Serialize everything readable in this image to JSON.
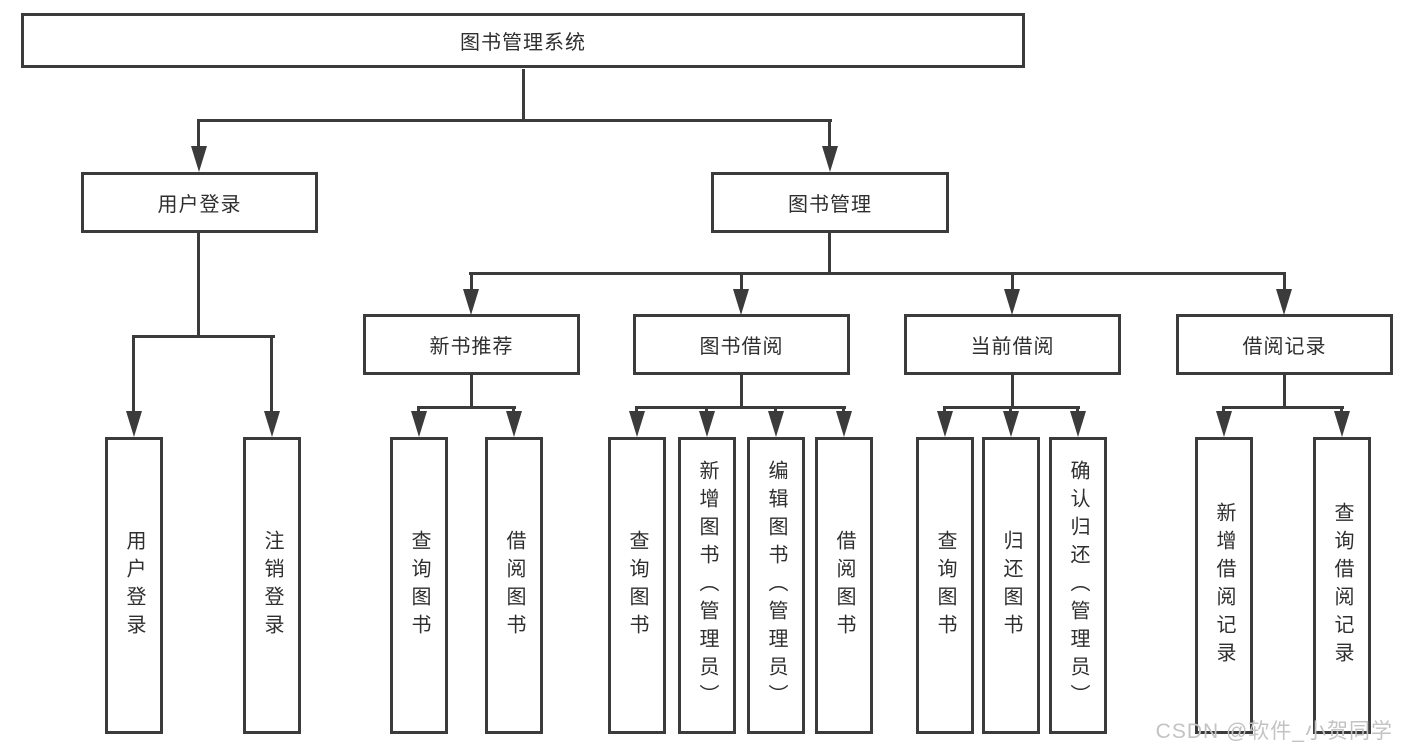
{
  "title": "图书管理系统",
  "watermark": {
    "text": "CSDN @软件_小贺同学"
  },
  "colors": {
    "line": "#3b3b3b",
    "box_border": "#3b3b3b",
    "text": "#2f2f2f",
    "background": "#ffffff",
    "watermark": "#c3c3c3"
  },
  "nodes": {
    "root": {
      "label": "图书管理系统"
    },
    "level2": [
      {
        "label": "用户登录"
      },
      {
        "label": "图书管理"
      }
    ],
    "level3": [
      {
        "label": "新书推荐"
      },
      {
        "label": "图书借阅"
      },
      {
        "label": "当前借阅"
      },
      {
        "label": "借阅记录"
      }
    ],
    "level4_groups": [
      {
        "parent": "用户登录",
        "children": [
          "用户登录",
          "注销登录"
        ]
      },
      {
        "parent": "新书推荐",
        "children": [
          "查询图书",
          "借阅图书"
        ]
      },
      {
        "parent": "图书借阅",
        "children": [
          "查询图书",
          "新增图书（管理员）",
          "编辑图书（管理员）",
          "借阅图书"
        ]
      },
      {
        "parent": "当前借阅",
        "children": [
          "查询图书",
          "归还图书",
          "确认归还（管理员）"
        ]
      },
      {
        "parent": "借阅记录",
        "children": [
          "新增借阅记录",
          "查询借阅记录"
        ]
      }
    ]
  }
}
